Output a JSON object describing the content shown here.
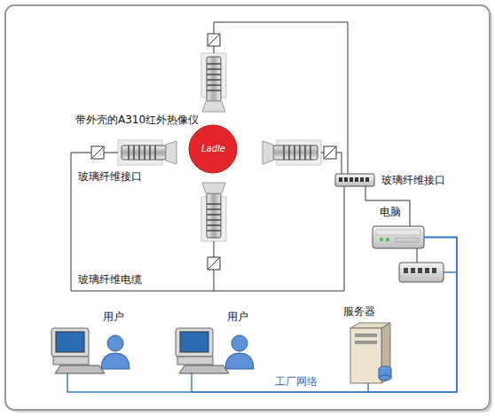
{
  "diagram": {
    "nodes": [
      {
        "text": [
          "Ladle"
        ]
      },
      {
        "text": [
          "玻璃纤维接口"
        ]
      },
      {
        "text": [
          "电脑"
        ]
      },
      {
        "text": [
          "用户"
        ]
      },
      {
        "text": [
          "用户"
        ]
      },
      {
        "text": [
          "服务器"
        ]
      }
    ],
    "edges": [
      {
        "from": 1,
        "to": 2,
        "arrow": "none"
      },
      {
        "from": 2,
        "to": 3,
        "arrow": "none"
      },
      {
        "from": 2,
        "to": 4,
        "arrow": "none"
      },
      {
        "from": 2,
        "to": 5,
        "arrow": "none"
      }
    ],
    "labels": [
      "带外壳的A310红外热像仪",
      "玻璃纤维接口",
      "玻璃纤维电缆",
      "工厂网络"
    ]
  }
}
